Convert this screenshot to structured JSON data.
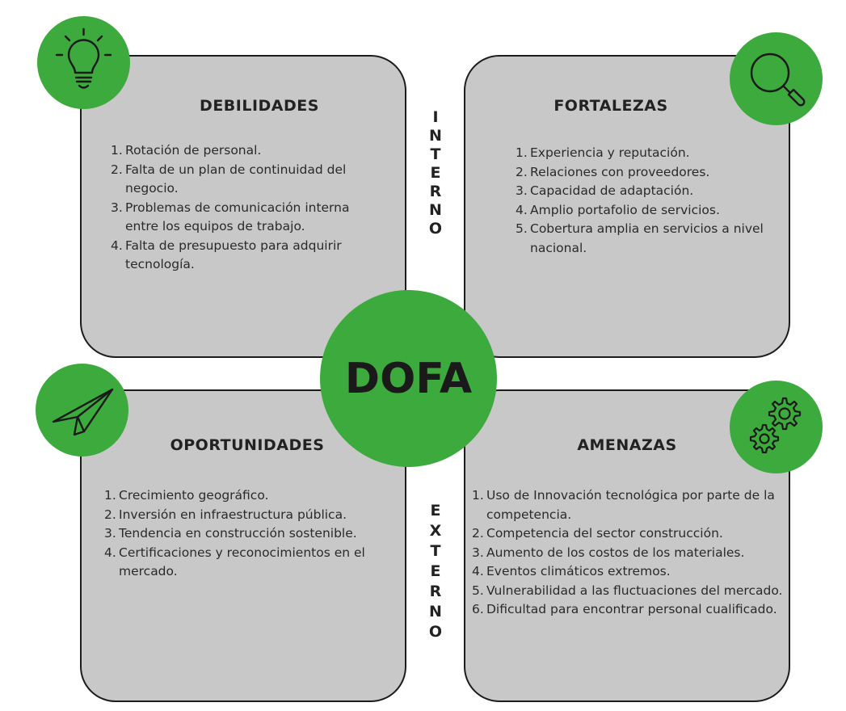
{
  "center_label": "DOFA",
  "axis_labels": {
    "top": "INTERNO",
    "bottom": "EXTERNO"
  },
  "colors": {
    "accent": "#3daa3d",
    "panel": "#c8c8c8",
    "outline": "#1c1c1c"
  },
  "quadrants": {
    "debilidades": {
      "title": "DEBILIDADES",
      "icon": "lightbulb-icon",
      "items": [
        {
          "num": "1.",
          "text": "Rotación de personal."
        },
        {
          "num": "2.",
          "text": "Falta de un plan de continuidad del negocio."
        },
        {
          "num": "3.",
          "text": "Problemas de comunicación interna entre los equipos de trabajo."
        },
        {
          "num": "4.",
          "text": "Falta de presupuesto para adquirir tecnología."
        }
      ]
    },
    "fortalezas": {
      "title": "FORTALEZAS",
      "icon": "magnifier-icon",
      "items": [
        {
          "num": "1.",
          "text": "Experiencia y reputación."
        },
        {
          "num": "2.",
          "text": "Relaciones con proveedores."
        },
        {
          "num": "3.",
          "text": "Capacidad de adaptación."
        },
        {
          "num": "4.",
          "text": "Amplio portafolio de servicios."
        },
        {
          "num": "5.",
          "text": "Cobertura amplia en servicios a nivel nacional."
        }
      ]
    },
    "oportunidades": {
      "title": "OPORTUNIDADES",
      "icon": "paper-plane-icon",
      "items": [
        {
          "num": "1.",
          "text": "Crecimiento geográfico."
        },
        {
          "num": "2.",
          "text": "Inversión en infraestructura pública."
        },
        {
          "num": "3.",
          "text": "Tendencia en construcción sostenible."
        },
        {
          "num": "4.",
          "text": "Certificaciones y reconocimientos en el mercado."
        }
      ]
    },
    "amenazas": {
      "title": "AMENAZAS",
      "icon": "gears-icon",
      "items": [
        {
          "num": "1.",
          "text": "Uso de Innovación tecnológica por parte de la competencia."
        },
        {
          "num": "2.",
          "text": "Competencia del sector construcción."
        },
        {
          "num": "3.",
          "text": "Aumento de los costos de los materiales."
        },
        {
          "num": "4.",
          "text": "Eventos climáticos extremos."
        },
        {
          "num": "5.",
          "text": "Vulnerabilidad a las fluctuaciones del mercado."
        },
        {
          "num": "6.",
          "text": "Dificultad para encontrar personal cualificado."
        }
      ]
    }
  }
}
